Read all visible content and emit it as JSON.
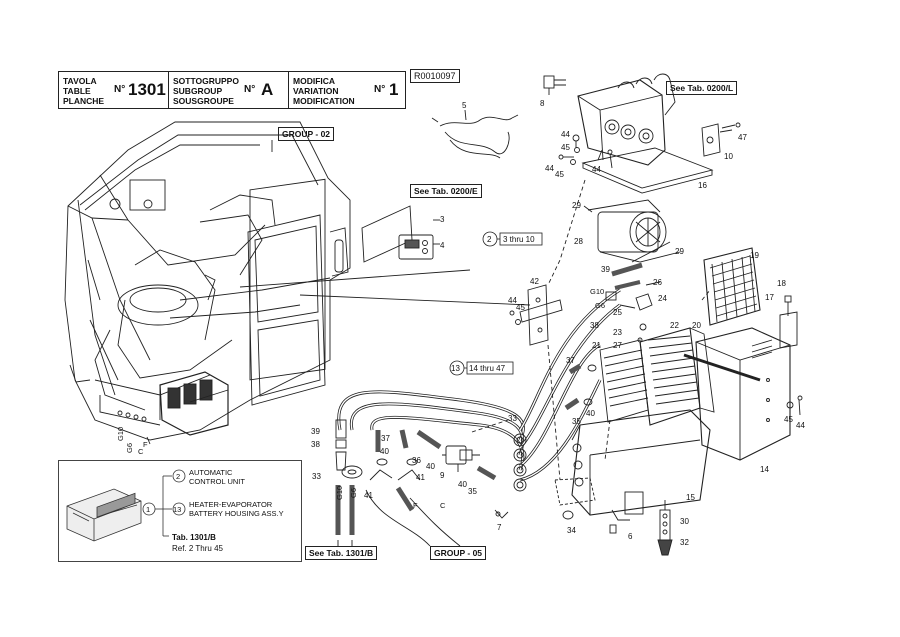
{
  "title_block": {
    "table_labels": [
      "TAVOLA",
      "TABLE",
      "PLANCHE"
    ],
    "table_no_prefix": "N°",
    "table_number": "1301",
    "subgroup_labels": [
      "SOTTOGRUPPO",
      "SUBGROUP",
      "SOUSGROUPE"
    ],
    "subgroup_no_prefix": "N°",
    "subgroup_value": "A",
    "modification_labels": [
      "MODIFICA",
      "VARIATION",
      "MODIFICATION"
    ],
    "modification_no_prefix": "N°",
    "modification_value": "1",
    "drawing_code": "R0010097"
  },
  "references": {
    "group_02": "GROUP - 02",
    "see_0200_e": "See Tab. 0200/E",
    "see_0200_l": "See Tab. 0200/L",
    "see_1301_b": "See Tab. 1301/B",
    "group_05": "GROUP - 05",
    "range_2": "3 thru 10",
    "range_2_num": "2",
    "range_13": "14 thru 47",
    "range_13_num": "13"
  },
  "inset": {
    "item2_num": "2",
    "item2_line1": "AUTOMATIC",
    "item2_line2": "CONTROL UNIT",
    "item13_num": "13",
    "item13_line1": "HEATER-EVAPORATOR",
    "item13_line2": "BATTERY HOUSING ASS.Y",
    "item1_num": "1",
    "tab_ref": "Tab. 1301/B",
    "ref_range": "Ref. 2 Thru 45"
  },
  "part_labels": {
    "p3": "3",
    "p4": "4",
    "p5": "5",
    "p6": "6",
    "p7": "7",
    "p8": "8",
    "p9": "9",
    "p10": "10",
    "p14": "14",
    "p15": "15",
    "p16": "16",
    "p17": "17",
    "p18": "18",
    "p19": "19",
    "p20": "20",
    "p21": "21",
    "p22": "22",
    "p23": "23",
    "p24": "24",
    "p25": "25",
    "p26": "26",
    "p27": "27",
    "p28": "28",
    "p29a": "29",
    "p29b": "29",
    "p30": "30",
    "p32": "32",
    "p33a": "33",
    "p33b": "33",
    "p34": "34",
    "p35a": "35",
    "p35b": "35",
    "p36": "36",
    "p37a": "37",
    "p37b": "37",
    "p38a": "38",
    "p38b": "38",
    "p39a": "39",
    "p39b": "39",
    "p40a": "40",
    "p40b": "40",
    "p40c": "40",
    "p40d": "40",
    "p41a": "41",
    "p41b": "41",
    "p42": "42",
    "p44a": "44",
    "p44b": "44",
    "p44c": "44",
    "p44d": "44",
    "p44e": "44",
    "p45a": "45",
    "p45b": "45",
    "p45c": "45",
    "p45d": "45",
    "p47": "47",
    "g10a": "G10",
    "g6a": "G6",
    "g10b": "G10",
    "g6b": "G6",
    "g10c": "G10",
    "g6c": "G6",
    "fa": "F",
    "ca": "C",
    "fb": "F",
    "cb": "C"
  }
}
